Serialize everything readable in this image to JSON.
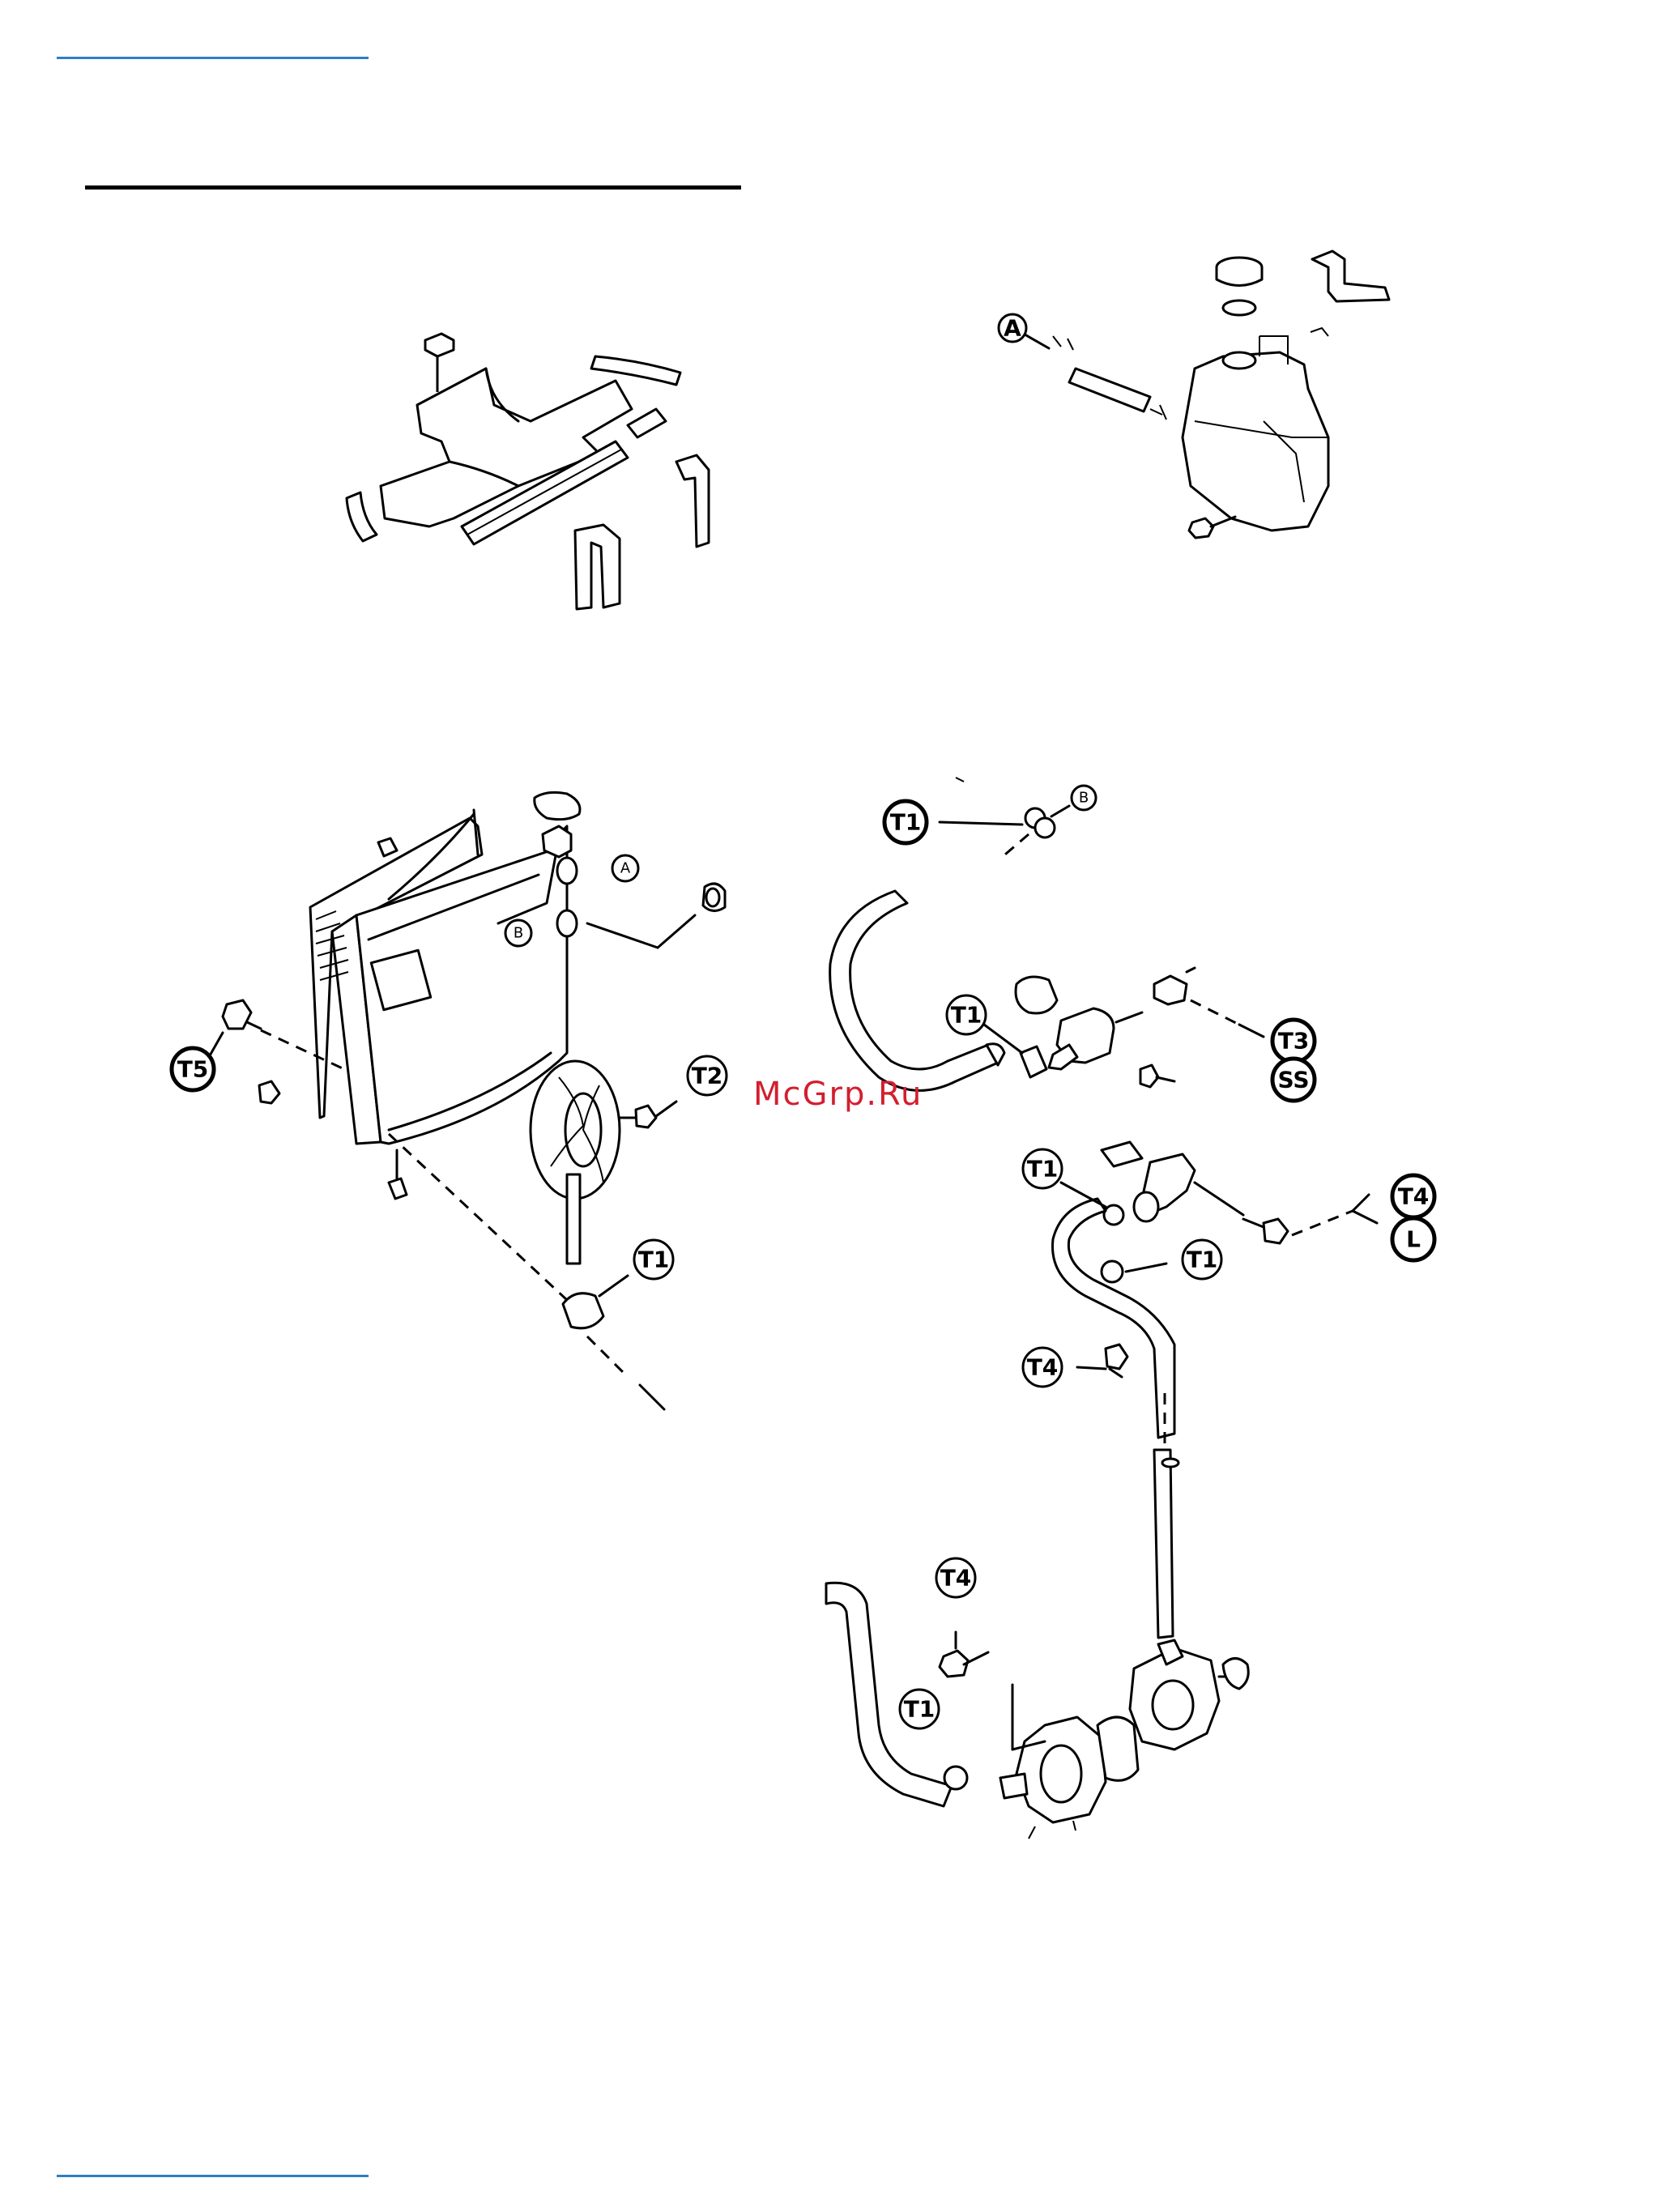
{
  "page": {
    "rule_color": "#2d7fc4",
    "watermark": "McGrp.Ru",
    "watermark_color": "#d21f2f"
  },
  "callouts": {
    "a_upper": "A",
    "a_radiator": "A",
    "b_radiator": "B",
    "b_upper": "B",
    "t1_upper": "T1",
    "t1_thermo": "T1",
    "t1_fan": "T1",
    "t1_hose_a": "T1",
    "t1_hose_b": "T1",
    "t1_pump": "T1",
    "t2": "T2",
    "t3": "T3",
    "ss": "SS",
    "t4_housing": "T4",
    "l": "L",
    "t4_bolt": "T4",
    "t4_pump": "T4",
    "t5": "T5"
  }
}
